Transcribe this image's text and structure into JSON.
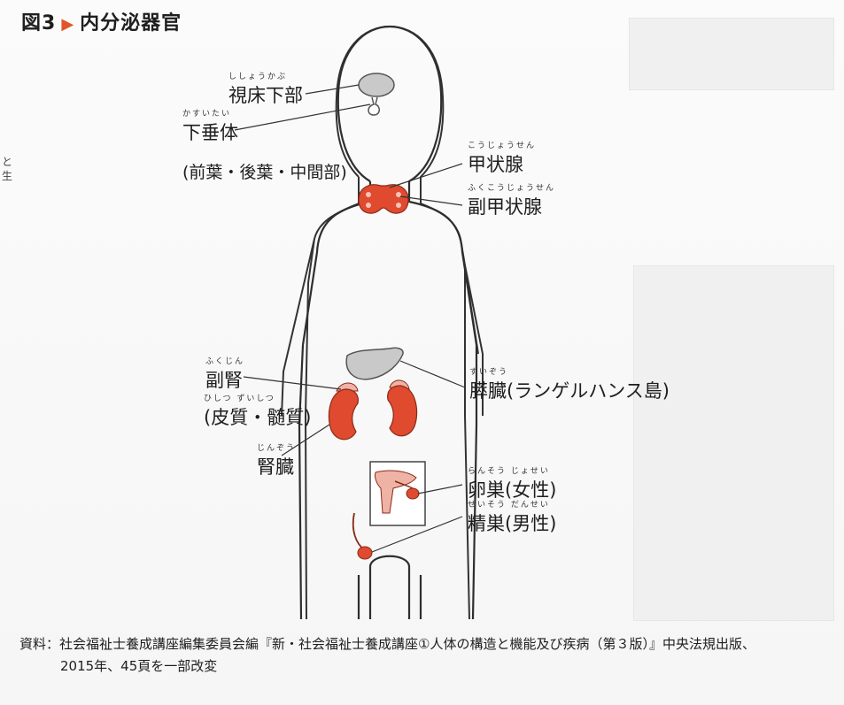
{
  "title": {
    "figure": "図3",
    "name": "内分泌器官"
  },
  "side_marks": [
    "と",
    "生"
  ],
  "labels": {
    "hypothalamus": {
      "text": "視床下部",
      "ruby": "ししょうかぶ"
    },
    "pituitary": {
      "text": "下垂体",
      "ruby": "かすいたい"
    },
    "pituitary_parts": "(前葉・後葉・中間部)",
    "thyroid": {
      "text": "甲状腺",
      "ruby": "こうじょうせん"
    },
    "parathyroid": {
      "text": "副甲状腺",
      "ruby": "ふくこうじょうせん"
    },
    "adrenal": {
      "text": "副腎",
      "ruby": "ふくじん"
    },
    "adrenal_parts": {
      "text": "(皮質・髄質)",
      "ruby": "ひしつ ずいしつ"
    },
    "kidney": {
      "text": "腎臓",
      "ruby": "じんぞう"
    },
    "pancreas": {
      "text": "膵臓",
      "ruby": "すいぞう",
      "suffix": "(ランゲルハンス島)"
    },
    "ovary": {
      "text": "卵巣",
      "ruby": "らんそう じょせい",
      "suffix": "(女性)"
    },
    "testis": {
      "text": "精巣",
      "ruby": "せいそう だんせい",
      "suffix": "(男性)"
    }
  },
  "source": {
    "line1": "資料：社会福祉士養成講座編集委員会編『新・社会福祉士養成講座①人体の構造と機能及び疾病（第３版）』中央法規出版、",
    "line2": "2015年、45頁を一部改変"
  },
  "colors": {
    "organ_red": "#e04a2e",
    "organ_gray": "#c9c9c9",
    "uterus_pink": "#efb3a6",
    "accent": "#e0552b"
  }
}
